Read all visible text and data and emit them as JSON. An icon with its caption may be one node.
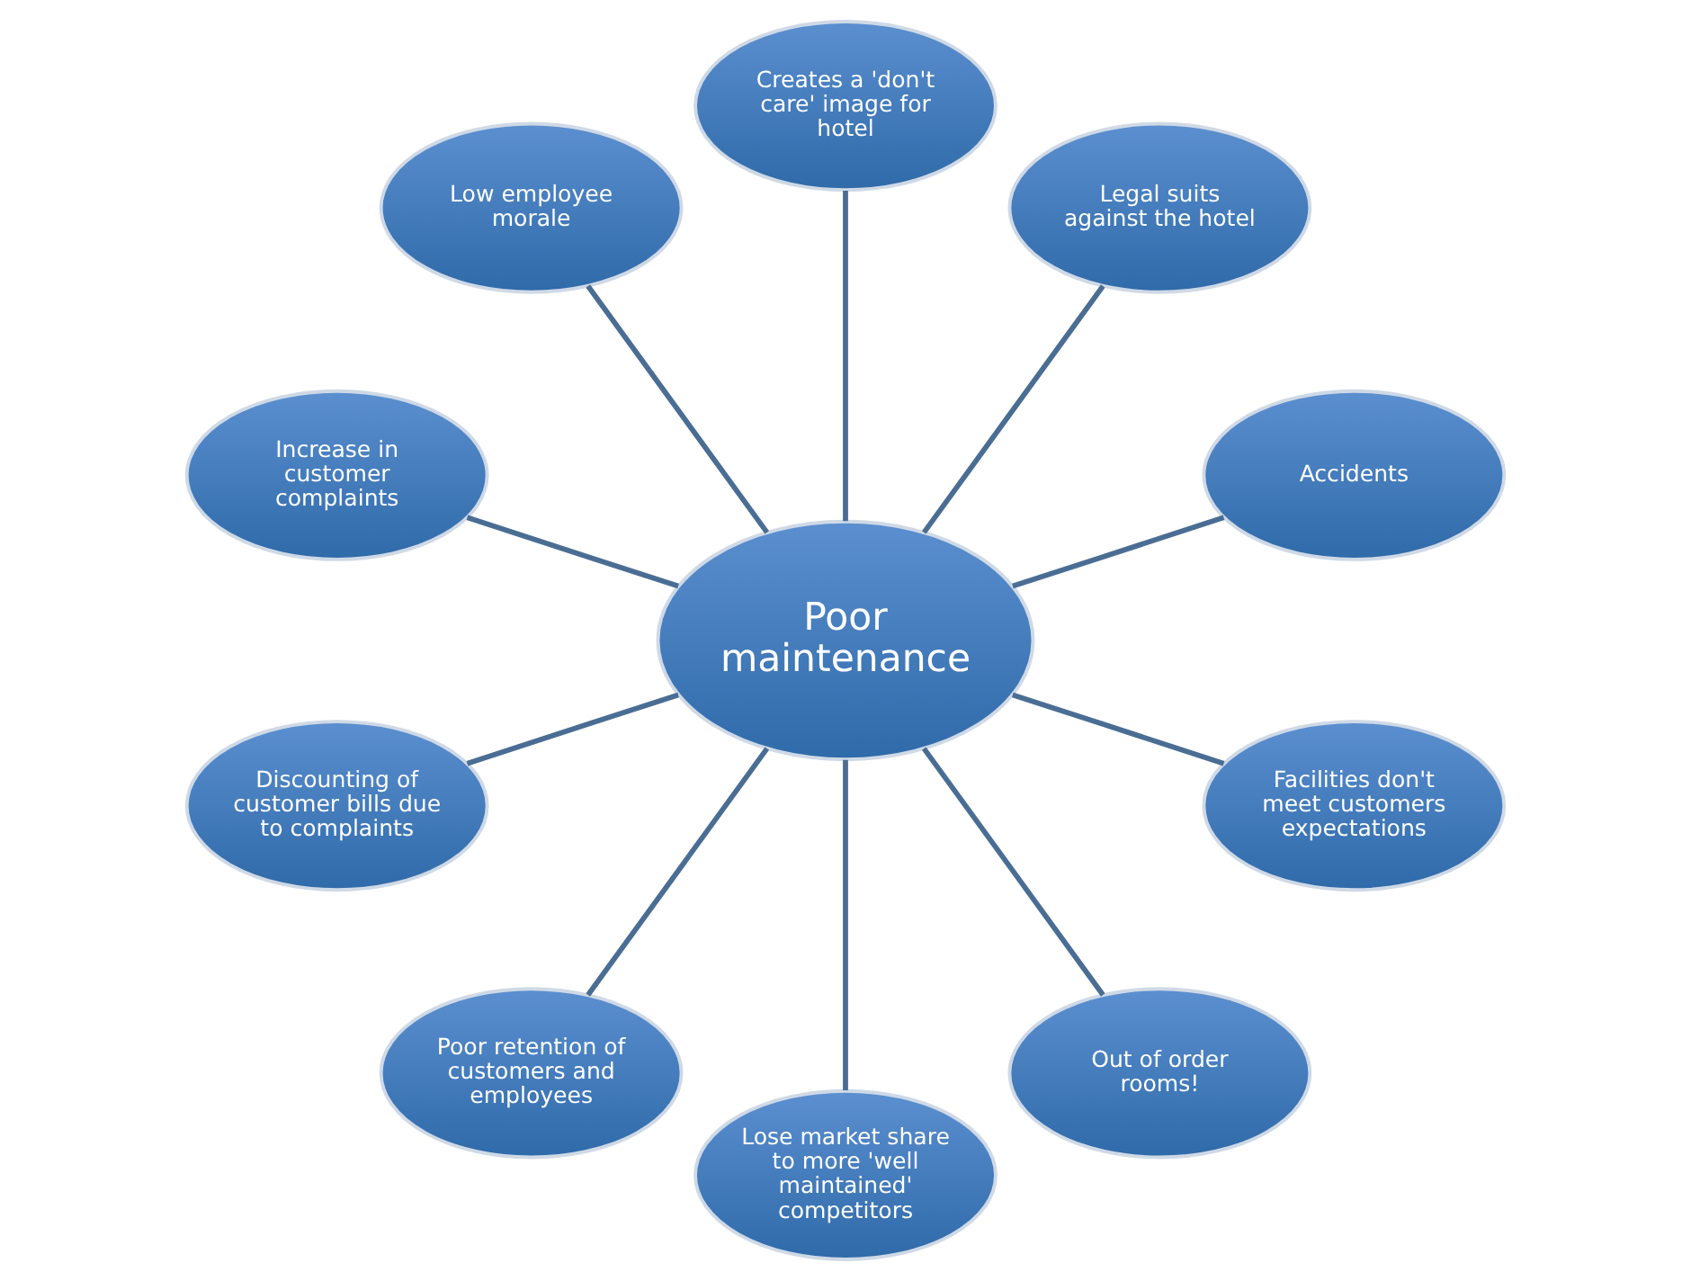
{
  "diagram": {
    "nodes": [
      {
        "text": [
          "Poor maintenance"
        ]
      },
      {
        "text": [
          "Accidents"
        ]
      },
      {
        "text": [
          "Legal suits against the hotel"
        ]
      },
      {
        "text": [
          "Creates a 'don't care' image for hotel"
        ]
      },
      {
        "text": [
          "Low employee morale"
        ]
      },
      {
        "text": [
          "Increase in customer complaints"
        ]
      },
      {
        "text": [
          "Discounting of customer bills due to complaints"
        ]
      },
      {
        "text": [
          "Poor retention of customers and employees"
        ]
      },
      {
        "text": [
          "Lose market share to more 'well maintained' competitors"
        ]
      },
      {
        "text": [
          "Out of order rooms!"
        ]
      },
      {
        "text": [
          "Facilities don't meet customers expectations"
        ]
      }
    ],
    "edges": [
      {
        "from": 0,
        "to": 1,
        "arrow": "none"
      },
      {
        "from": 0,
        "to": 2,
        "arrow": "none"
      },
      {
        "from": 0,
        "to": 3,
        "arrow": "none"
      },
      {
        "from": 0,
        "to": 4,
        "arrow": "none"
      },
      {
        "from": 0,
        "to": 5,
        "arrow": "none"
      },
      {
        "from": 0,
        "to": 6,
        "arrow": "none"
      },
      {
        "from": 0,
        "to": 7,
        "arrow": "none"
      },
      {
        "from": 0,
        "to": 8,
        "arrow": "none"
      },
      {
        "from": 0,
        "to": 9,
        "arrow": "none"
      },
      {
        "from": 0,
        "to": 10,
        "arrow": "none"
      }
    ]
  }
}
